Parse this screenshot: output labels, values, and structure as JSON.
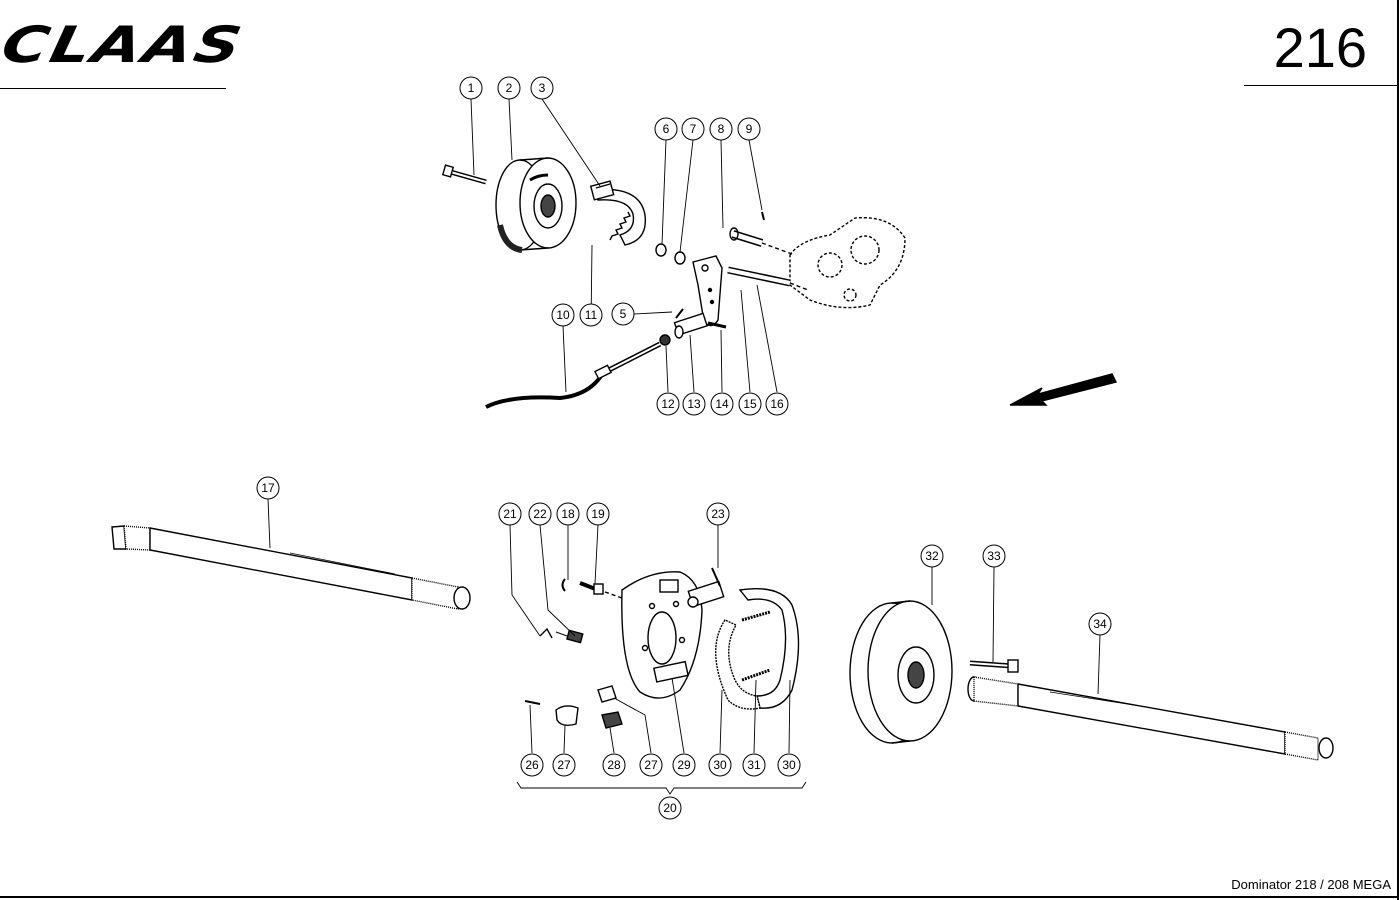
{
  "header": {
    "brand": "CLAAS",
    "page_number": "216"
  },
  "footer": {
    "model": "Dominator 218 / 208 MEGA"
  },
  "callouts": [
    {
      "id": "c1",
      "label": "1"
    },
    {
      "id": "c2",
      "label": "2"
    },
    {
      "id": "c3",
      "label": "3"
    },
    {
      "id": "c6",
      "label": "6"
    },
    {
      "id": "c7",
      "label": "7"
    },
    {
      "id": "c8",
      "label": "8"
    },
    {
      "id": "c9",
      "label": "9"
    },
    {
      "id": "c10",
      "label": "10"
    },
    {
      "id": "c11",
      "label": "11"
    },
    {
      "id": "c5",
      "label": "5"
    },
    {
      "id": "c12",
      "label": "12"
    },
    {
      "id": "c13",
      "label": "13"
    },
    {
      "id": "c14",
      "label": "14"
    },
    {
      "id": "c15",
      "label": "15"
    },
    {
      "id": "c16",
      "label": "16"
    },
    {
      "id": "c17",
      "label": "17"
    },
    {
      "id": "c21",
      "label": "21"
    },
    {
      "id": "c22",
      "label": "22"
    },
    {
      "id": "c18",
      "label": "18"
    },
    {
      "id": "c19",
      "label": "19"
    },
    {
      "id": "c23",
      "label": "23"
    },
    {
      "id": "c32",
      "label": "32"
    },
    {
      "id": "c33",
      "label": "33"
    },
    {
      "id": "c34",
      "label": "34"
    },
    {
      "id": "c26",
      "label": "26"
    },
    {
      "id": "c27a",
      "label": "27"
    },
    {
      "id": "c28",
      "label": "28"
    },
    {
      "id": "c27b",
      "label": "27"
    },
    {
      "id": "c29",
      "label": "29"
    },
    {
      "id": "c30a",
      "label": "30"
    },
    {
      "id": "c31",
      "label": "31"
    },
    {
      "id": "c30b",
      "label": "30"
    },
    {
      "id": "c20",
      "label": "20"
    }
  ]
}
